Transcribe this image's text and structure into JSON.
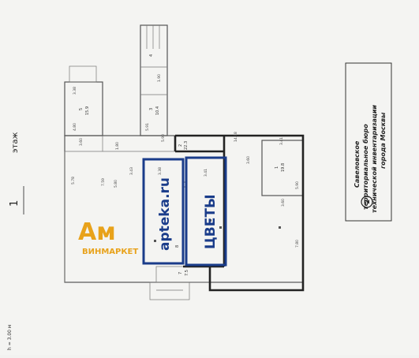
{
  "floor": {
    "number": "1",
    "label": "этаж",
    "height_note": "h = 3.00 м"
  },
  "stamp": {
    "number": "2",
    "line1": "Савеловское",
    "line2": "территориальное бюро",
    "line3": "технической инвентаризации",
    "line4": "города Москвы"
  },
  "tenants": {
    "apteka": "apteka.ru",
    "flowers": "ЦВЕТЫ",
    "apteka_color": "#1a3c8a",
    "flowers_color": "#1a3c8a"
  },
  "logo": {
    "mark": "Ам",
    "caption": "ВИНМАРКЕТ",
    "color": "#e8a21b"
  },
  "rooms": {
    "r1": "1",
    "r1_area": "19.8",
    "r2": "2",
    "r2_area": "22.3",
    "r3": "3",
    "r3_area": "10.4",
    "r4": "4",
    "r5": "5",
    "r5_area": "15.9",
    "r7": "7",
    "r7_area": "7.5",
    "r8": "8"
  },
  "dims": {
    "d1": "3.38",
    "d2": "4.80",
    "d3": "5.91",
    "d4": "3.60",
    "d5": "5.78",
    "d6": "7.59",
    "d7": "5.80",
    "d8": "3.43",
    "d9": "3.38",
    "d10": "3.41",
    "d11": "3.60",
    "d12": "5.90",
    "d13": "7.80",
    "d14": "3.60",
    "d15": "14.18",
    "d16": "3.41",
    "d17": "1.80",
    "d18": "1.90",
    "d19": "5.90"
  }
}
